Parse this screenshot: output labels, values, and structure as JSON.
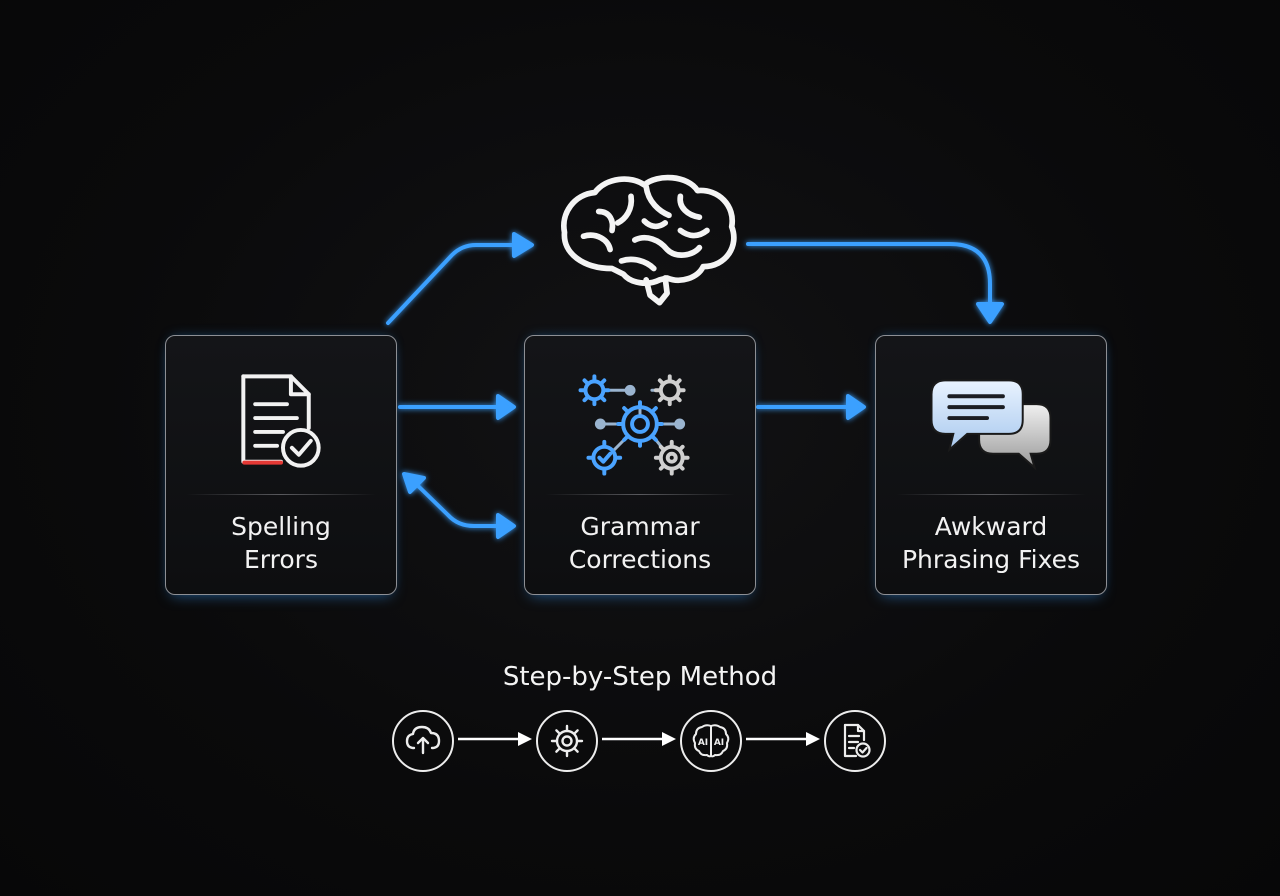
{
  "diagram": {
    "cards": [
      {
        "id": "spelling",
        "label_lines": [
          "Spelling",
          "Errors"
        ],
        "icon": "document-check-icon"
      },
      {
        "id": "grammar",
        "label_lines": [
          "Grammar",
          "Corrections"
        ],
        "icon": "gears-network-icon"
      },
      {
        "id": "phrasing",
        "label_lines": [
          "Awkward",
          "Phrasing Fixes"
        ],
        "icon": "chat-bubbles-icon"
      }
    ],
    "top_icon": "brain-icon",
    "accent_color": "#3aa0ff",
    "connectors": [
      {
        "from": "spelling",
        "to": "brain",
        "style": "single-arrow"
      },
      {
        "from": "brain",
        "to": "phrasing",
        "style": "single-arrow"
      },
      {
        "from": "spelling",
        "to": "grammar",
        "style": "single-arrow"
      },
      {
        "from": "grammar",
        "to": "phrasing",
        "style": "single-arrow"
      },
      {
        "from": "spelling",
        "to": "grammar",
        "style": "double-arrow"
      }
    ]
  },
  "method": {
    "title": "Step-by-Step Method",
    "steps": [
      {
        "icon": "cloud-upload-icon"
      },
      {
        "icon": "gear-icon"
      },
      {
        "icon": "ai-brain-icon",
        "text_left": "AI",
        "text_right": "AI"
      },
      {
        "icon": "document-check-icon"
      }
    ]
  }
}
